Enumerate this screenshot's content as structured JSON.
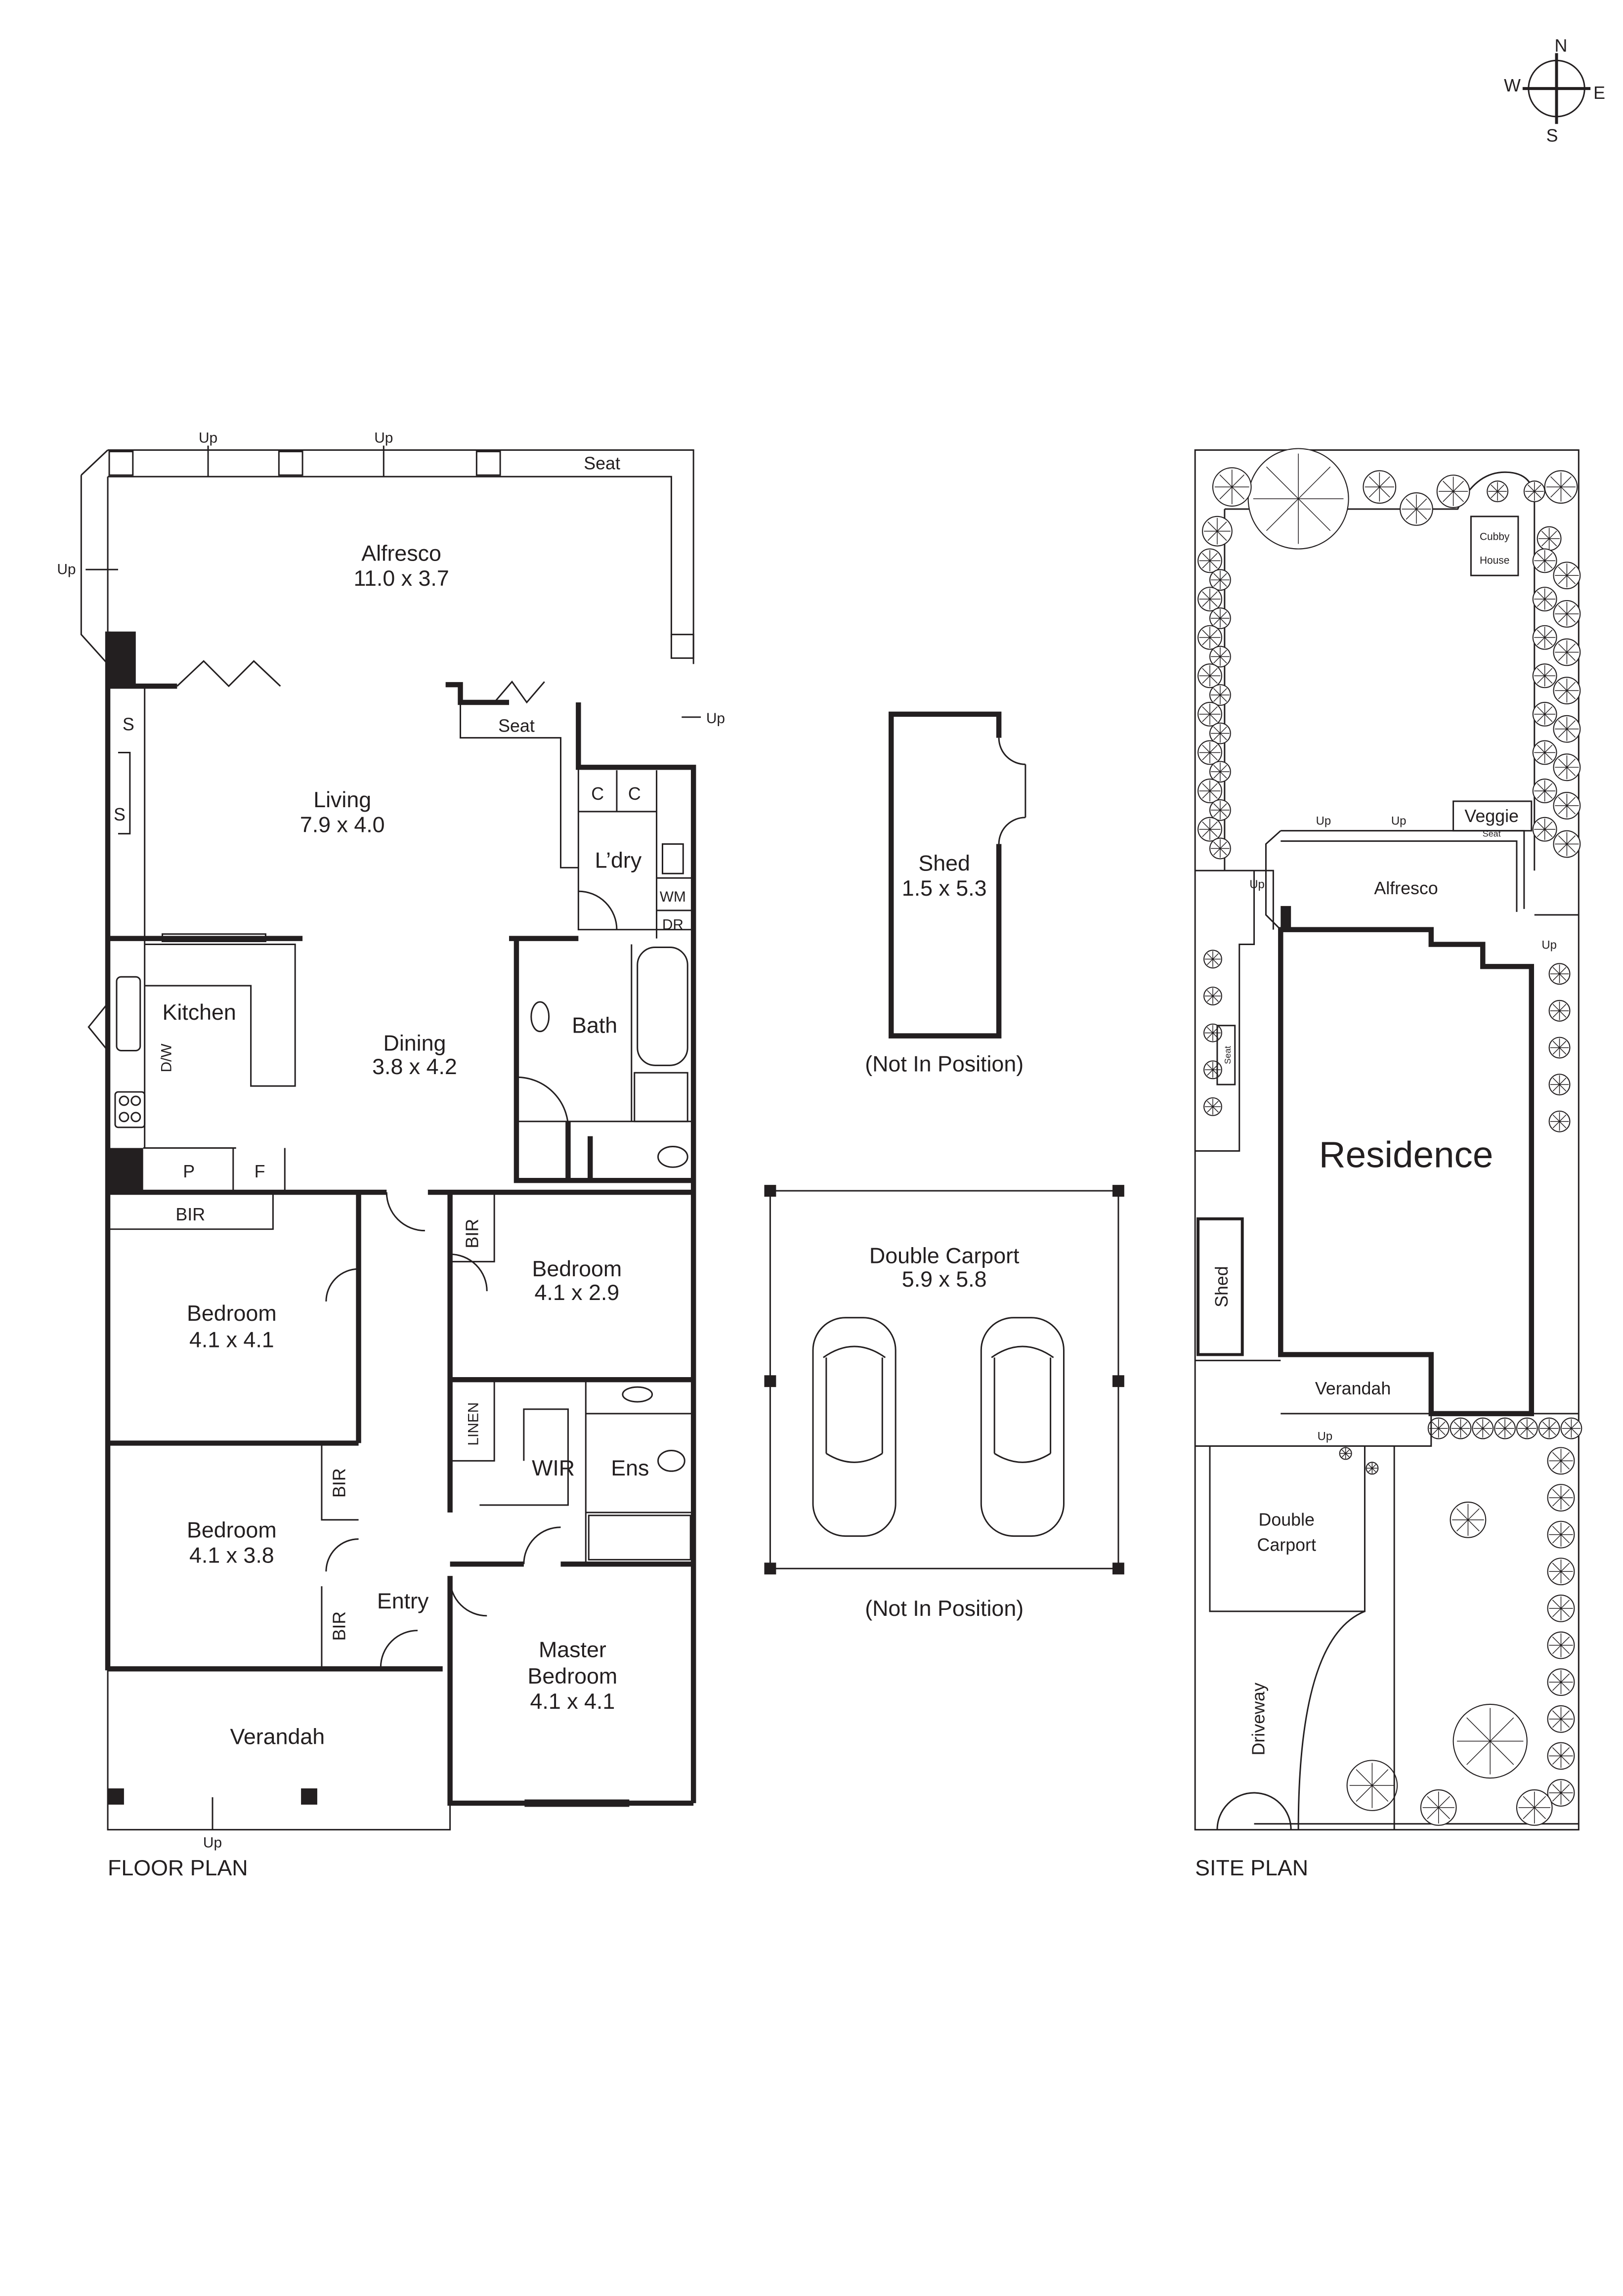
{
  "compass": {
    "n": "N",
    "e": "E",
    "s": "S",
    "w": "W"
  },
  "floor_plan": {
    "title": "FLOOR PLAN",
    "up": "Up",
    "seat": "Seat",
    "alfresco": {
      "name": "Alfresco",
      "size": "11.0 x 3.7"
    },
    "living": {
      "name": "Living",
      "size": "7.9 x 4.0"
    },
    "storage": "S",
    "cupboard": "C",
    "laundry": "L’dry",
    "washing_machine": "WM",
    "dryer": "DR",
    "kitchen": "Kitchen",
    "dishwasher": "D/W",
    "dining": {
      "name": "Dining",
      "size": "3.8 x 4.2"
    },
    "bath": "Bath",
    "pantry": "P",
    "fridge": "F",
    "bir": "BIR",
    "linen": "LINEN",
    "wir": "WIR",
    "ensuite": "Ens",
    "entry": "Entry",
    "bedroom_2": {
      "name": "Bedroom",
      "size": "4.1 x 2.9"
    },
    "bedroom_3": {
      "name": "Bedroom",
      "size": "4.1 x 4.1"
    },
    "bedroom_4": {
      "name": "Bedroom",
      "size": "4.1 x 3.8"
    },
    "master": {
      "name_1": "Master",
      "name_2": "Bedroom",
      "size": "4.1 x 4.1"
    },
    "verandah": "Verandah"
  },
  "shed": {
    "name": "Shed",
    "size": "1.5 x 5.3",
    "note": "(Not In Position)"
  },
  "carport": {
    "name": "Double Carport",
    "size": "5.9 x 5.8",
    "note": "(Not In Position)"
  },
  "site_plan": {
    "title": "SITE PLAN",
    "cubby_1": "Cubby",
    "cubby_2": "House",
    "veggie": "Veggie",
    "seat": "Seat",
    "up": "Up",
    "alfresco": "Alfresco",
    "residence": "Residence",
    "shed": "Shed",
    "verandah": "Verandah",
    "carport_1": "Double",
    "carport_2": "Carport",
    "driveway": "Driveway"
  }
}
